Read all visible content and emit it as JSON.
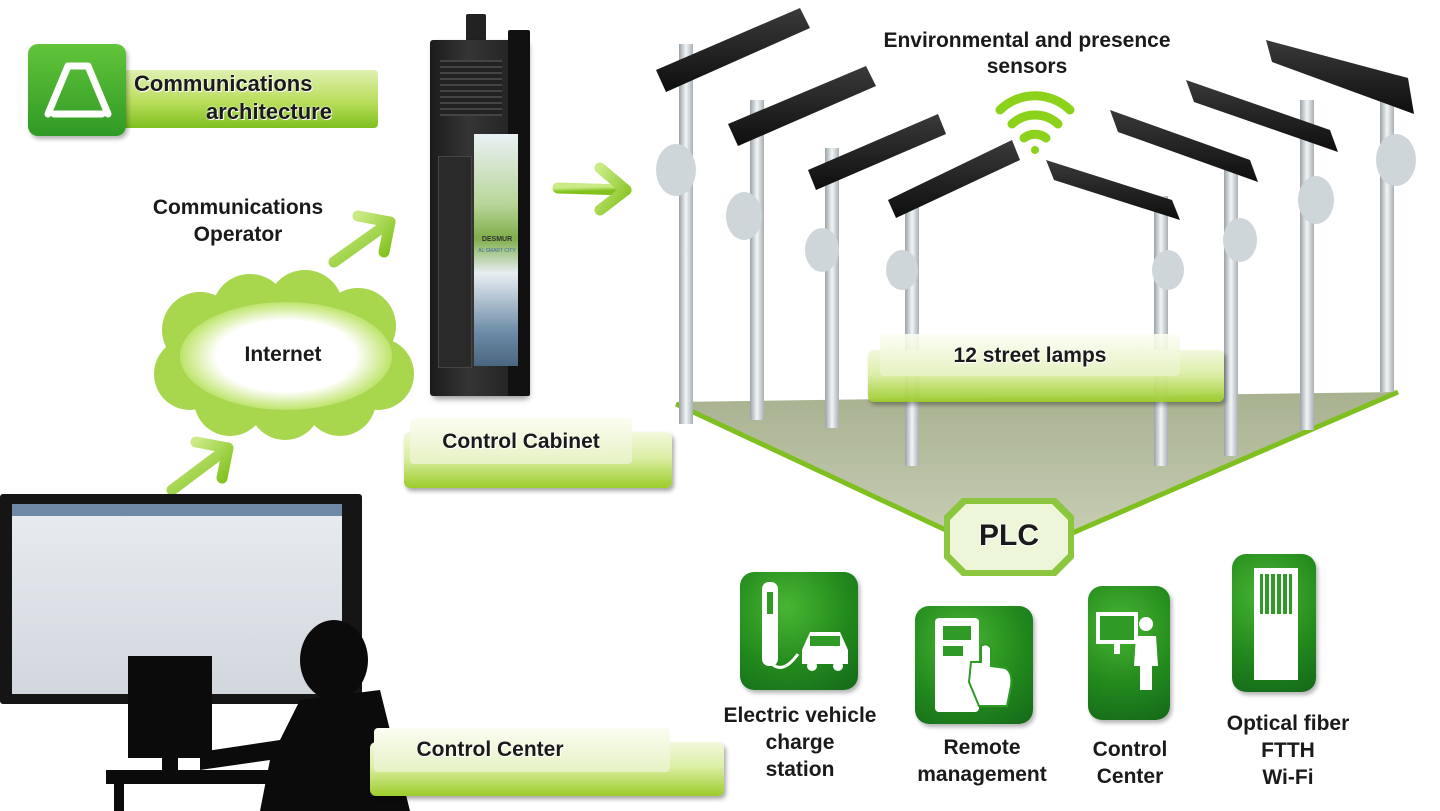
{
  "title": {
    "line1": "Communications",
    "line2": "architecture"
  },
  "labels": {
    "operator_line1": "Communications",
    "operator_line2": "Operator",
    "internet": "Internet",
    "control_cabinet": "Control Cabinet",
    "control_center": "Control Center",
    "sensors_line1": "Environmental and presence",
    "sensors_line2": "sensors",
    "street_lamps": "12 street lamps",
    "plc": "PLC"
  },
  "services": [
    {
      "icon": "ev-charging-icon",
      "lines": [
        "Electric vehicle",
        "charge",
        "station"
      ]
    },
    {
      "icon": "remote-kiosk-icon",
      "lines": [
        "Remote",
        "management"
      ]
    },
    {
      "icon": "control-center-icon",
      "lines": [
        "Control",
        "Center"
      ]
    },
    {
      "icon": "fiber-cabinet-icon",
      "lines": [
        "Optical fiber",
        "FTTH",
        "Wi-Fi"
      ]
    }
  ],
  "cabinet_poster": {
    "brand": "DESMUR",
    "tagline": "AL SMART CITY"
  },
  "colors": {
    "accent": "#8cc63f",
    "dark_green": "#1e7a1e",
    "arrow": "#a6d94a"
  }
}
